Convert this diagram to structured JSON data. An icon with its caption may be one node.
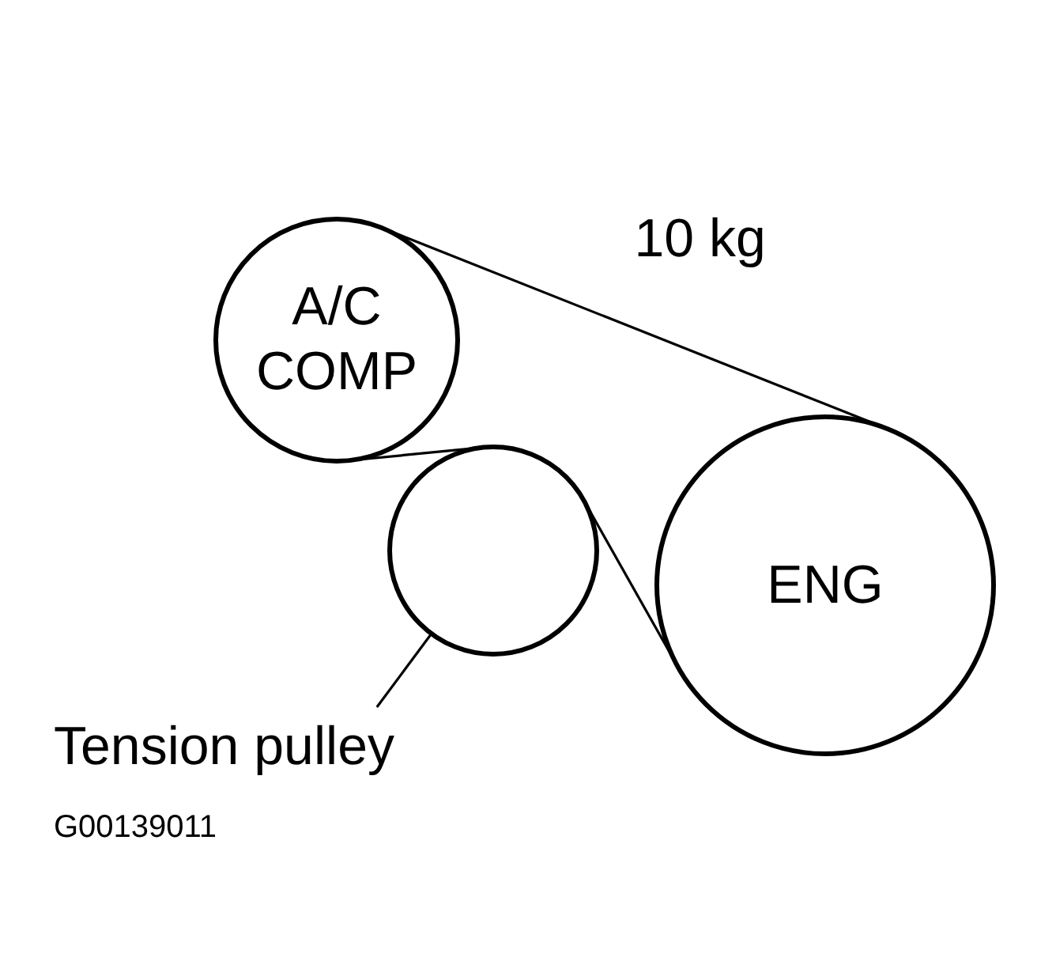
{
  "diagram": {
    "nodes": [
      {
        "text": [
          "A/C COMP"
        ]
      },
      {
        "text": [],
        "shape": "circle"
      },
      {
        "text": [
          "ENG"
        ]
      },
      {
        "text": [
          "Tension pulley"
        ]
      }
    ],
    "edges": [
      {
        "from": 0,
        "to": 2,
        "arrow": "none",
        "label": "10 kg"
      },
      {
        "from": 0,
        "to": 1,
        "arrow": "none"
      },
      {
        "from": 1,
        "to": 2,
        "arrow": "none"
      },
      {
        "from": 3,
        "to": 1,
        "arrow": "none"
      }
    ],
    "labels": [
      "G00139011"
    ]
  }
}
